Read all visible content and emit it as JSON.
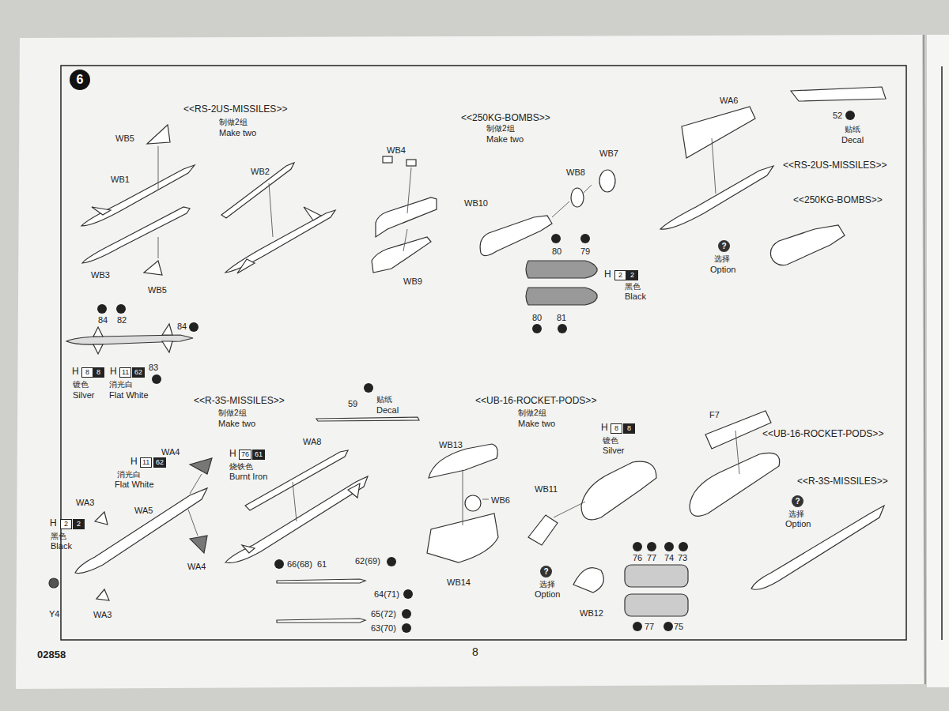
{
  "diagram": {
    "nodes": [
      {
        "text": [
          "6"
        ]
      }
    ],
    "labels": [
      "<<RS-2US-MISSILES>>",
      "制做2组",
      "Make two",
      "WB5",
      "WB1",
      "WB2",
      "WB3",
      "WB5",
      "84",
      "82",
      "84",
      "83",
      "H",
      "8",
      "8",
      "镀色",
      "Silver",
      "H",
      "11",
      "62",
      "消光白",
      "Flat White",
      "<<250KG-BOMBS>>",
      "制做2组",
      "Make two",
      "WB4",
      "WB10",
      "WB9",
      "WB8",
      "WB7",
      "80",
      "79",
      "H",
      "2",
      "2",
      "黑色",
      "Black",
      "80",
      "81",
      "52",
      "贴纸",
      "Decal",
      "WA6",
      "<<RS-2US-MISSILES>>",
      "<<250KG-BOMBS>>",
      "?",
      "选择",
      "Option",
      "<<R-3S-MISSILES>>",
      "制做2组",
      "Make two",
      "59",
      "贴纸",
      "Decal",
      "H",
      "11",
      "62",
      "消光白",
      "Flat White",
      "H",
      "76",
      "61",
      "烧铁色",
      "Burnt Iron",
      "WA4",
      "WA3",
      "WA5",
      "H",
      "2",
      "2",
      "黑色",
      "Black",
      "WA4",
      "Y4",
      "WA3",
      "WA8",
      "66(68)",
      "61",
      "62(69)",
      "64(71)",
      "65(72)",
      "63(70)",
      "<<UB-16-ROCKET-PODS>>",
      "制做2组",
      "Make two",
      "WB13",
      "WB6",
      "WB14",
      "WB11",
      "?",
      "选择",
      "Option",
      "WB12",
      "H",
      "8",
      "8",
      "镀色",
      "Silver",
      "76",
      "77",
      "74",
      "73",
      "77",
      "75",
      "F7",
      "<<UB-16-ROCKET-PODS>>",
      "?",
      "选择",
      "Option",
      "<<R-3S-MISSILES>>",
      "02858",
      "8"
    ]
  }
}
